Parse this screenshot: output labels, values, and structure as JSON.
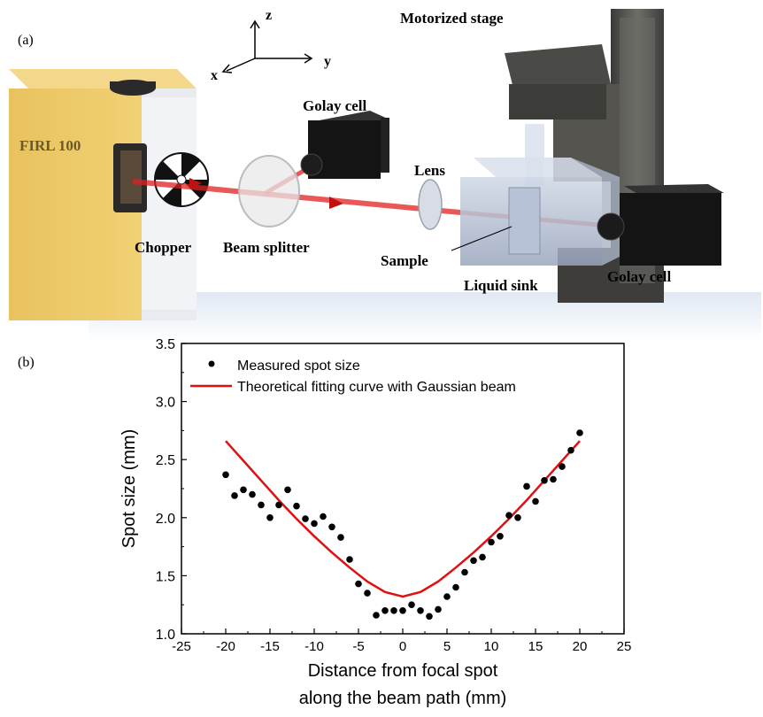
{
  "panel_a": {
    "label": "(a)",
    "axes": {
      "z": "z",
      "y": "y",
      "x": "x"
    },
    "labels": {
      "motorized_stage": "Motorized stage",
      "golay_cell_top": "Golay cell",
      "firl": "FIRL 100",
      "lens": "Lens",
      "chopper": "Chopper",
      "beam_splitter": "Beam splitter",
      "sample": "Sample",
      "liquid_sink": "Liquid sink",
      "golay_cell_right": "Golay cell"
    }
  },
  "panel_b": {
    "label": "(b)"
  },
  "colors": {
    "fit_curve": "#e01010",
    "points": "#000000",
    "beam": "#e02020",
    "laser_box": "#f0cf72"
  },
  "chart_data": {
    "type": "scatter",
    "title": "",
    "xlabel": "Distance from focal spot",
    "xlabel_line2": "along the beam path (mm)",
    "ylabel": "Spot size (mm)",
    "xlim": [
      -25,
      25
    ],
    "ylim": [
      1.0,
      3.5
    ],
    "xticks": [
      "-25",
      "-20",
      "-15",
      "-10",
      "-5",
      "0",
      "5",
      "10",
      "15",
      "20",
      "25"
    ],
    "yticks": [
      "1.0",
      "1.5",
      "2.0",
      "2.5",
      "3.0",
      "3.5"
    ],
    "legend_position": "top-left",
    "series": [
      {
        "name": "Measured spot size",
        "kind": "scatter",
        "x": [
          -20,
          -19,
          -18,
          -17,
          -16,
          -15,
          -14,
          -13,
          -12,
          -11,
          -10,
          -9,
          -8,
          -7,
          -6,
          -5,
          -4,
          -3,
          -2,
          -1,
          0,
          1,
          2,
          3,
          4,
          5,
          6,
          7,
          8,
          9,
          10,
          11,
          12,
          13,
          14,
          15,
          16,
          17,
          18,
          19,
          20
        ],
        "y": [
          2.37,
          2.19,
          2.24,
          2.2,
          2.11,
          2.0,
          2.11,
          2.24,
          2.1,
          1.99,
          1.95,
          2.01,
          1.92,
          1.83,
          1.64,
          1.43,
          1.35,
          1.16,
          1.2,
          1.2,
          1.2,
          1.25,
          1.2,
          1.15,
          1.21,
          1.32,
          1.4,
          1.53,
          1.63,
          1.66,
          1.79,
          1.84,
          2.02,
          2.0,
          2.27,
          2.14,
          2.32,
          2.33,
          2.44,
          2.58,
          2.73
        ]
      },
      {
        "name": "Theoretical fitting curve with Gaussian beam",
        "kind": "line",
        "x": [
          -20,
          -18,
          -16,
          -14,
          -12,
          -10,
          -8,
          -6,
          -4,
          -2,
          0,
          2,
          4,
          6,
          8,
          10,
          12,
          14,
          16,
          18,
          20
        ],
        "y": [
          2.66,
          2.49,
          2.32,
          2.15,
          1.99,
          1.84,
          1.7,
          1.57,
          1.45,
          1.36,
          1.32,
          1.36,
          1.45,
          1.57,
          1.7,
          1.84,
          1.99,
          2.15,
          2.32,
          2.49,
          2.66
        ]
      }
    ]
  }
}
